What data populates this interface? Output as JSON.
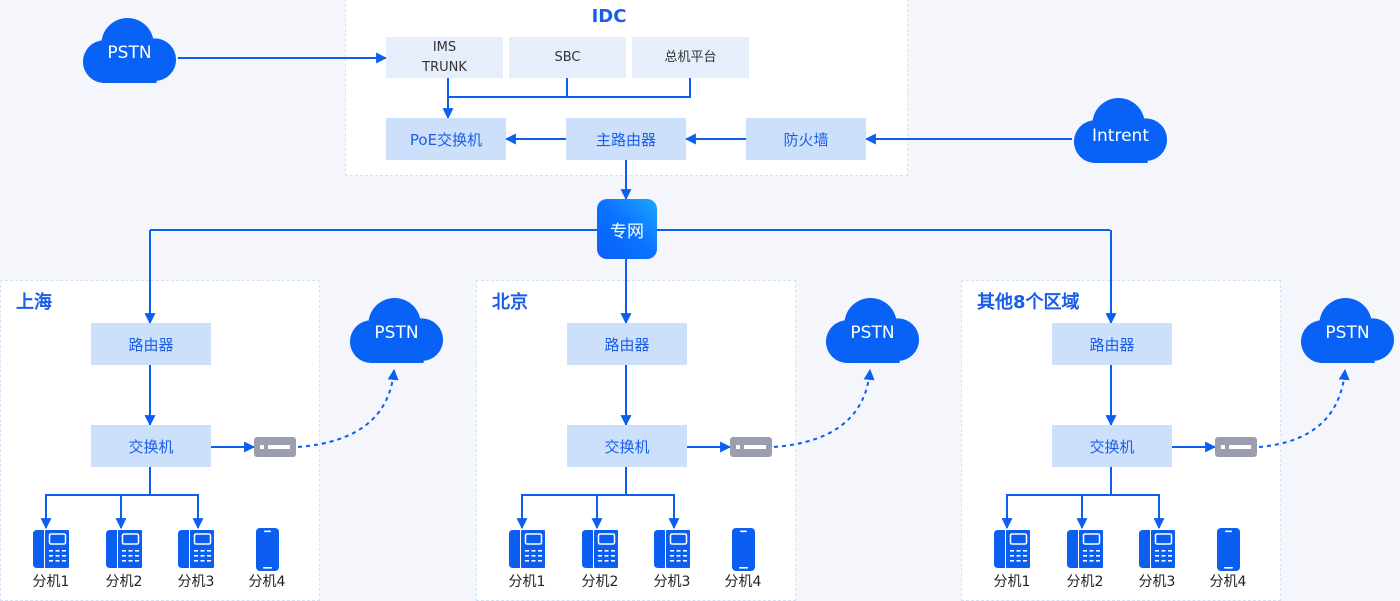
{
  "idc": {
    "title": "IDC",
    "top_row": [
      {
        "line1": "IMS",
        "line2": "TRUNK"
      },
      {
        "label": "SBC"
      },
      {
        "label": "总机平台"
      }
    ],
    "bottom_row": [
      "PoE交换机",
      "主路由器",
      "防火墙"
    ]
  },
  "clouds": {
    "pstn": "PSTN",
    "internet": "Intrent"
  },
  "private_network": "专网",
  "regions": [
    {
      "name": "上海",
      "router": "路由器",
      "switch": "交换机",
      "pstn": "PSTN",
      "extensions": [
        "分机1",
        "分机2",
        "分机3",
        "分机4"
      ]
    },
    {
      "name": "北京",
      "router": "路由器",
      "switch": "交换机",
      "pstn": "PSTN",
      "extensions": [
        "分机1",
        "分机2",
        "分机3",
        "分机4"
      ]
    },
    {
      "name": "其他8个区域",
      "router": "路由器",
      "switch": "交换机",
      "pstn": "PSTN",
      "extensions": [
        "分机1",
        "分机2",
        "分机3",
        "分机4"
      ]
    }
  ],
  "colors": {
    "primary": "#0b5ef0",
    "node_fill": "#cde0fb",
    "node_fill_light": "#e6eefb",
    "gateway": "#9b9eae",
    "background": "#f4f6fb"
  }
}
